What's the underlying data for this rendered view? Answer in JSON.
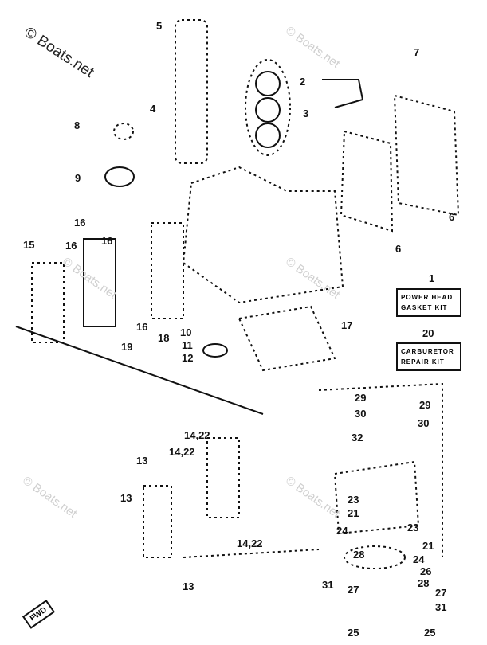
{
  "watermark": "© Boats.net",
  "kits": {
    "power_head": {
      "number": "1",
      "line1": "POWER HEAD",
      "line2": "GASKET KIT"
    },
    "carburetor": {
      "number": "20",
      "line1": "CARBURETOR",
      "line2": "REPAIR KIT"
    }
  },
  "fwd_label": "FWD",
  "callouts": [
    "2",
    "3",
    "4",
    "5",
    "6",
    "6",
    "7",
    "8",
    "9",
    "10",
    "11",
    "12",
    "13",
    "13",
    "13",
    "14,22",
    "14,22",
    "14,22",
    "15",
    "16",
    "16",
    "16",
    "16",
    "17",
    "18",
    "19",
    "21",
    "21",
    "23",
    "23",
    "24",
    "24",
    "25",
    "25",
    "26",
    "27",
    "27",
    "28",
    "28",
    "29",
    "29",
    "30",
    "30",
    "31",
    "31",
    "32"
  ]
}
